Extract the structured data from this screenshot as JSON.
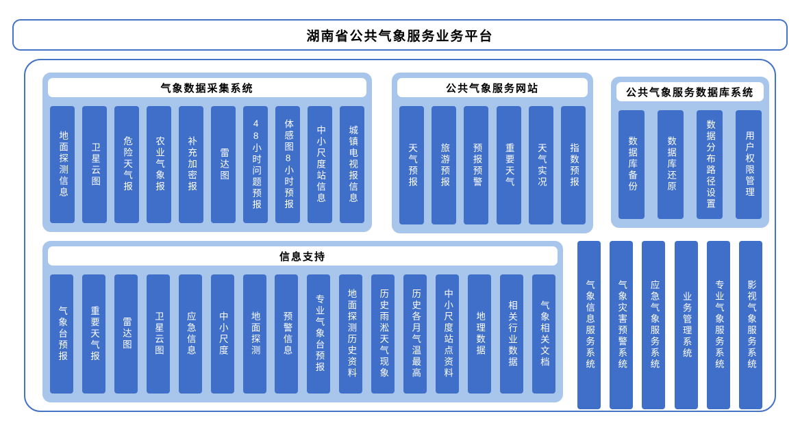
{
  "title": "湖南省公共气象服务业务平台",
  "colors": {
    "border_blue": "#4472C4",
    "group_fill": "#A8C5EB",
    "bar_fill": "#3F6FC8",
    "bar_text": "#FFFFFF",
    "title_text": "#000000",
    "background": "#FFFFFF"
  },
  "groups": {
    "data_collection": {
      "title": "气象数据采集系统",
      "items": [
        "地面探测信息",
        "卫星云图",
        "危险天气报",
        "农业气象报",
        "补充加密报",
        "雷达图",
        "48小时问题预报",
        "体感图8小时预报",
        "中小尺度站信息",
        "城镇电视报信息"
      ]
    },
    "service_website": {
      "title": "公共气象服务网站",
      "items": [
        "天气预报",
        "旅游预报",
        "预报预警",
        "重要天气",
        "天气实况",
        "指数预报"
      ]
    },
    "database_system": {
      "title": "公共气象服务数据库系统",
      "items": [
        "数据库备份",
        "数据库还原",
        "数据分布路径设置",
        "用户权限管理"
      ]
    },
    "info_support": {
      "title": "信息支持",
      "items": [
        "气象台预报",
        "重要天气报",
        "雷达图",
        "卫星云图",
        "应急信息",
        "中小尺度",
        "地面探测",
        "预警信息",
        "专业气象台预报",
        "地面探测历史资料",
        "历史雨淞天气现象",
        "历史各月气温最高",
        "中小尺度站点资料",
        "地理数据",
        "相关行业数据",
        "气象相关文档"
      ]
    }
  },
  "standalone_systems": [
    "气象信息服务系统",
    "气象灾害预警系统",
    "应急气象服务系统",
    "业务管理系统",
    "专业气象服务系统",
    "影视气象服务系统"
  ]
}
